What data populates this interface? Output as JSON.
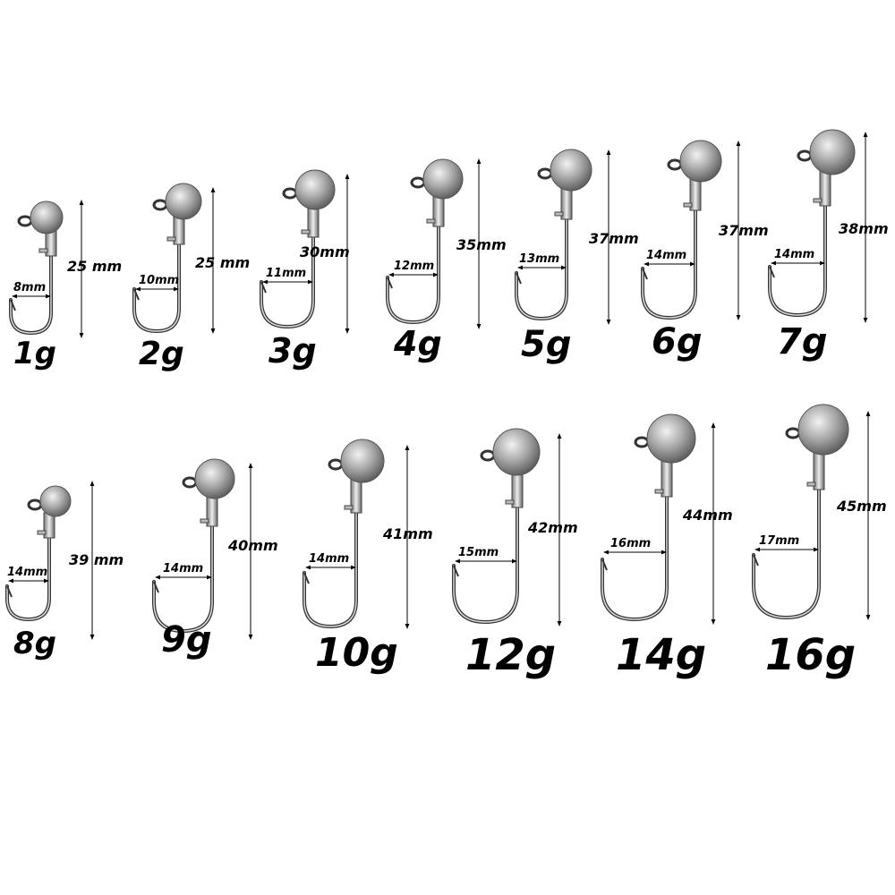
{
  "colors": {
    "background": "#ffffff",
    "text": "#000000",
    "hook_metal": "#8a8a8a",
    "hook_outline": "#333333"
  },
  "items": [
    {
      "weight": "1g",
      "length": "25 mm",
      "gap": "8mm"
    },
    {
      "weight": "2g",
      "length": "25 mm",
      "gap": "10mm"
    },
    {
      "weight": "3g",
      "length": "30mm",
      "gap": "11mm"
    },
    {
      "weight": "4g",
      "length": "35mm",
      "gap": "12mm"
    },
    {
      "weight": "5g",
      "length": "37mm",
      "gap": "13mm"
    },
    {
      "weight": "6g",
      "length": "37mm",
      "gap": "14mm"
    },
    {
      "weight": "7g",
      "length": "38mm",
      "gap": "14mm"
    },
    {
      "weight": "8g",
      "length": "39 mm",
      "gap": "14mm"
    },
    {
      "weight": "9g",
      "length": "40mm",
      "gap": "14mm"
    },
    {
      "weight": "10g",
      "length": "41mm",
      "gap": "14mm"
    },
    {
      "weight": "12g",
      "length": "42mm",
      "gap": "15mm"
    },
    {
      "weight": "14g",
      "length": "44mm",
      "gap": "16mm"
    },
    {
      "weight": "16g",
      "length": "45mm",
      "gap": "17mm"
    }
  ]
}
